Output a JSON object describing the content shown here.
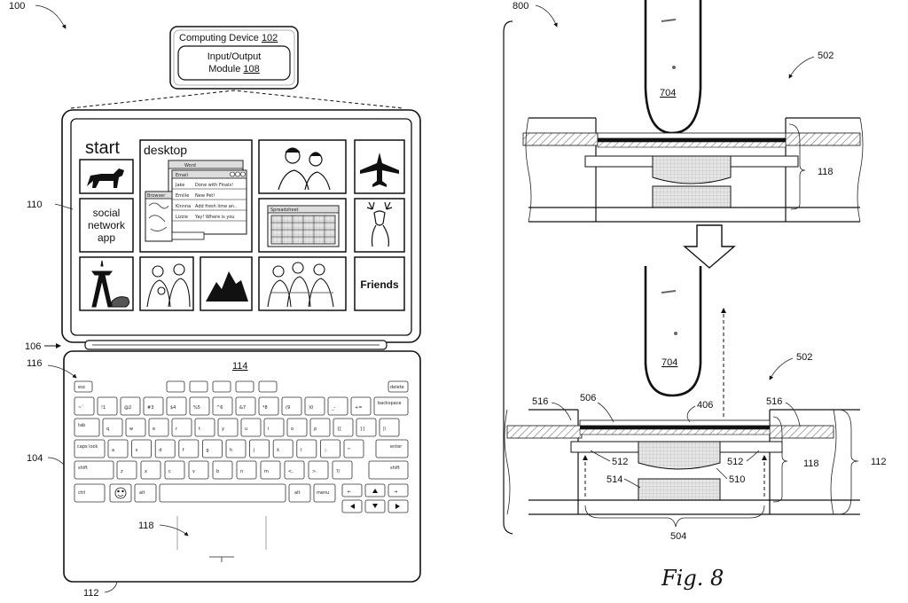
{
  "left_figure": {
    "ref_number": "100",
    "computing_device_label": "Computing Device ",
    "computing_device_num": "102",
    "io_line1": "Input/Output",
    "io_line2": "Module ",
    "io_num": "108",
    "start_label": "start",
    "desktop_label": "desktop",
    "social_line1": "social",
    "social_line2": "network",
    "social_line3": "app",
    "friends_label": "Friends",
    "window_word": "Word",
    "window_email": "Email",
    "window_browser": "Browser",
    "window_spreadsheet": "Spreadsheet",
    "email_rows": [
      {
        "from": "Jake",
        "msg": "Done with Finals!"
      },
      {
        "from": "Emilie",
        "msg": "New Pet!"
      },
      {
        "from": "Kinnna",
        "msg": "Add fresh lime an.."
      },
      {
        "from": "Lizzie",
        "msg": "Yay! Where is you"
      }
    ],
    "refs": {
      "r110": "110",
      "r106": "106",
      "r116": "116",
      "r114": "114",
      "r104": "104",
      "r118": "118",
      "r112": "112"
    },
    "keys": {
      "esc": "esc",
      "delete": "delete",
      "backspace": "backspace",
      "tab": "tab",
      "caps": "caps lock",
      "enter": "enter",
      "shift": "shift",
      "ctrl": "ctrl",
      "alt": "alt",
      "menu": "menu",
      "row1": [
        "~`",
        "!1",
        "@2",
        "#3",
        "$4",
        "%5",
        "^6",
        "&7",
        "*8",
        "(9",
        ")0",
        "_-",
        "+="
      ],
      "row2": [
        "q",
        "w",
        "e",
        "r",
        "t",
        "y",
        "u",
        "i",
        "o",
        "p",
        "{[",
        "}]",
        "|\\"
      ],
      "row3": [
        "a",
        "s",
        "d",
        "f",
        "g",
        "h",
        "j",
        "k",
        "l",
        ":;",
        "\"'"
      ],
      "row4": [
        "z",
        "x",
        "c",
        "v",
        "b",
        "n",
        "m",
        "<,",
        ">.",
        "?/"
      ]
    }
  },
  "right_figure": {
    "ref_number": "800",
    "r502_top": "502",
    "r704_top": "704",
    "r118_top": "118",
    "r704_bottom": "704",
    "r502_bottom": "502",
    "r516_left": "516",
    "r506": "506",
    "r406": "406",
    "r516_right": "516",
    "r512_left": "512",
    "r512_right": "512",
    "r118_bottom": "118",
    "r112": "112",
    "r514": "514",
    "r510": "510",
    "r504": "504",
    "fig_caption": "Fig. 8"
  }
}
